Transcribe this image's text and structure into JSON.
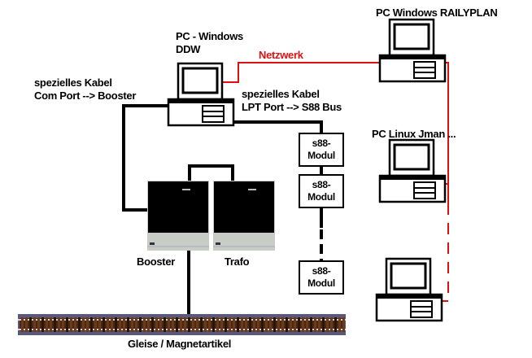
{
  "diagram": {
    "pc_main": {
      "line1": "PC - Windows",
      "line2": "DDW"
    },
    "pc_railyplan": {
      "label": "PC Windows RAILYPLAN"
    },
    "pc_linux": {
      "label": "PC Linux Jman ..."
    },
    "network": {
      "label": "Netzwerk",
      "color": "#e01010"
    },
    "cable_com": {
      "line1": "spezielles Kabel",
      "line2": "Com Port --> Booster"
    },
    "cable_lpt": {
      "line1": "spezielles Kabel",
      "line2": "LPT Port --> S88 Bus"
    },
    "modules": [
      {
        "line1": "s88-",
        "line2": "Modul"
      },
      {
        "line1": "s88-",
        "line2": "Modul"
      },
      {
        "line1": "s88-",
        "line2": "Modul"
      }
    ],
    "booster": {
      "label": "Booster"
    },
    "trafo": {
      "label": "Trafo"
    },
    "tracks": {
      "label": "Gleise / Magnetartikel"
    }
  }
}
